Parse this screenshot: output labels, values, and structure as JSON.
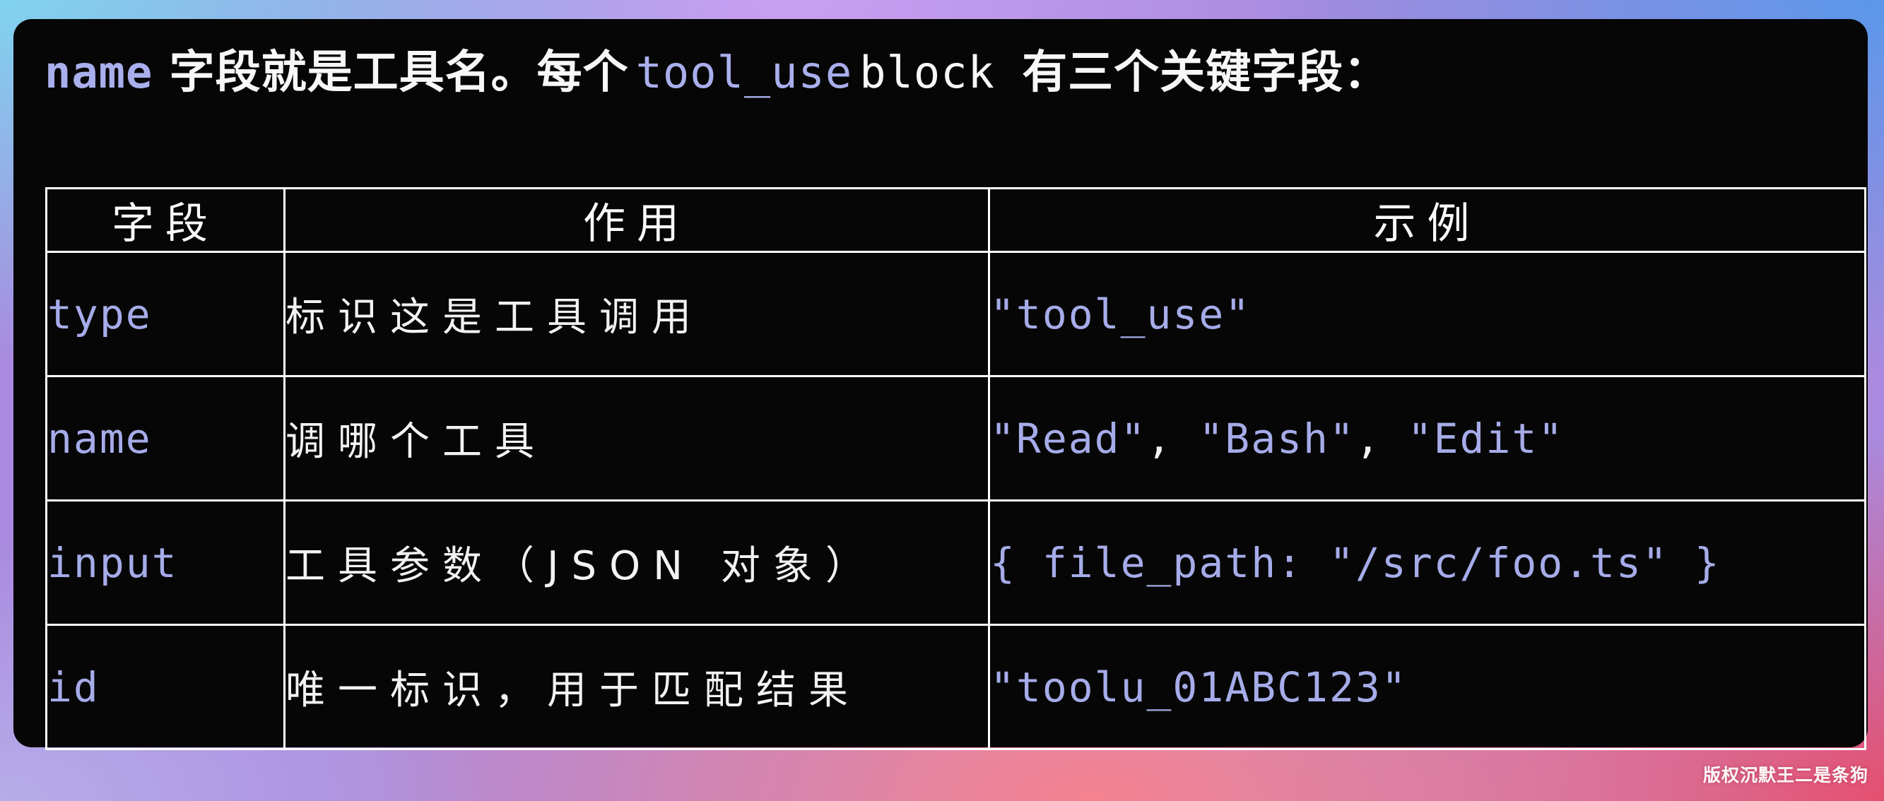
{
  "colors": {
    "accent_code": "#a6ace9",
    "panel_background": "#060606",
    "table_border": "#ffffff",
    "gradient_top_left": "#80d3ef",
    "gradient_top_middle": "#c9a0f2",
    "gradient_top_right": "#5b97e9",
    "gradient_bottom_left": "#b6ace9",
    "gradient_bottom_right": "#e64f6e"
  },
  "title": {
    "parts": [
      {
        "text": "name",
        "style": "code-bold"
      },
      {
        "text": " 字段就是工具名。每个",
        "style": "cjk-bold"
      },
      {
        "text": "tool_use",
        "style": "code"
      },
      {
        "text": "block ",
        "style": "code-white"
      },
      {
        "text": "有三个关键字段：",
        "style": "cjk-bold"
      }
    ]
  },
  "table": {
    "headers": [
      "字段",
      "作用",
      "示例"
    ],
    "rows": [
      {
        "field": "type",
        "purpose": "标识这是工具调用",
        "example": [
          {
            "text": "\"tool_use\"",
            "tone": "code"
          }
        ]
      },
      {
        "field": "name",
        "purpose": "调哪个工具",
        "example": [
          {
            "text": "\"Read\"",
            "tone": "code"
          },
          {
            "text": ", ",
            "tone": "plain"
          },
          {
            "text": "\"Bash\"",
            "tone": "code"
          },
          {
            "text": ", ",
            "tone": "plain"
          },
          {
            "text": "\"Edit\"",
            "tone": "code"
          }
        ]
      },
      {
        "field": "input",
        "purpose": "工具参数（JSON 对象）",
        "example": [
          {
            "text": "{ file_path: \"/src/foo.ts\" }",
            "tone": "code"
          }
        ]
      },
      {
        "field": "id",
        "purpose": "唯一标识，用于匹配结果",
        "example": [
          {
            "text": "\"toolu_01ABC123\"",
            "tone": "code"
          }
        ]
      }
    ]
  },
  "page": {
    "watermark": "版权沉默王二是条狗"
  }
}
